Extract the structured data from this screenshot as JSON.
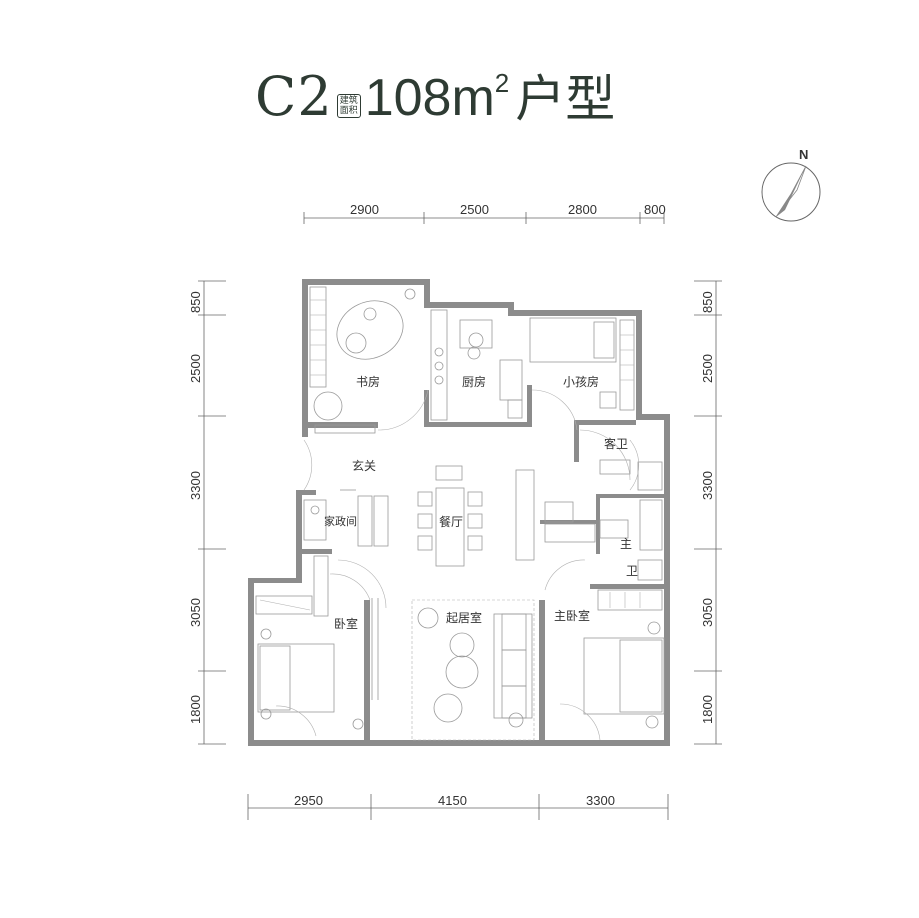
{
  "title": {
    "code": "C2",
    "badge_line1": "建筑",
    "badge_line2": "面积",
    "area": "108m",
    "area_sup": "2",
    "type": "户型"
  },
  "compass": {
    "north_label": "N"
  },
  "dimensions": {
    "top": [
      "2900",
      "2500",
      "2800",
      "800"
    ],
    "bottom": [
      "2950",
      "4150",
      "3300"
    ],
    "left": [
      "850",
      "2500",
      "3300",
      "3050",
      "1800"
    ],
    "right": [
      "850",
      "2500",
      "3300",
      "3050",
      "1800"
    ]
  },
  "rooms": {
    "study": "书房",
    "kitchen": "厨房",
    "kids_room": "小孩房",
    "guest_bath": "客卫",
    "foyer": "玄关",
    "utility": "家政间",
    "dining": "餐厅",
    "master_bath_1": "主",
    "master_bath_2": "卫",
    "bedroom": "卧室",
    "living_room": "起居室",
    "master_bedroom": "主卧室"
  },
  "colors": {
    "title": "#2e3b33",
    "wall": "#8c8c8c",
    "furniture": "#9a9a9a",
    "text": "#333333"
  }
}
